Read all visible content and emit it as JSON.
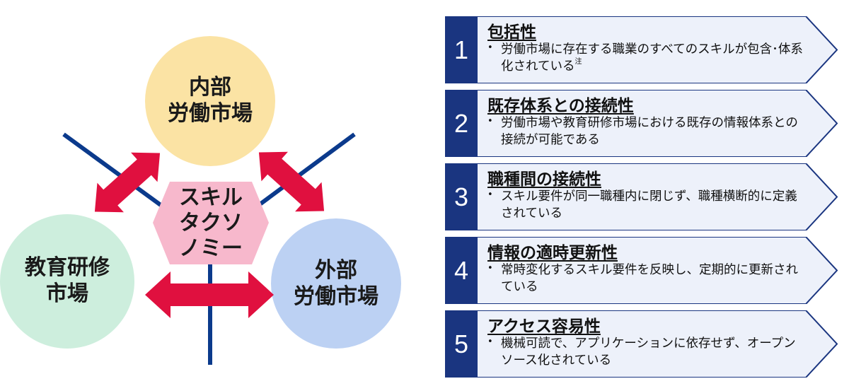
{
  "diagram": {
    "hub_lines": [
      "スキル",
      "タクソ",
      "ノミー"
    ],
    "circles": {
      "internal": {
        "lines": [
          "内部",
          "労働市場"
        ],
        "color": "#fbe3a4"
      },
      "education": {
        "lines": [
          "教育研修",
          "市場"
        ],
        "color": "#cdeedd"
      },
      "external": {
        "lines": [
          "外部",
          "労働市場"
        ],
        "color": "#bcd1f3"
      }
    },
    "hub_color": "#f7b8cc",
    "arrow_color": "#e0103f",
    "axis_line_color": "#0b3a8c"
  },
  "items": [
    {
      "number": "1",
      "title": "包括性",
      "bullet": "•",
      "desc": "労働市場に存在する職業のすべてのスキルが包含･体系化されている",
      "note": "注"
    },
    {
      "number": "2",
      "title": "既存体系との接続性",
      "bullet": "•",
      "desc": "労働市場や教育研修市場における既存の情報体系との接続が可能である",
      "note": ""
    },
    {
      "number": "3",
      "title": "職種間の接続性",
      "bullet": "•",
      "desc": "スキル要件が同一職種内に閉じず、職種横断的に定義されている",
      "note": ""
    },
    {
      "number": "4",
      "title": "情報の適時更新性",
      "bullet": "•",
      "desc": "常時変化するスキル要件を反映し、定期的に更新されている",
      "note": ""
    },
    {
      "number": "5",
      "title": "アクセス容易性",
      "bullet": "•",
      "desc": "機械可読で、アプリケーションに依存せず、オープンソース化されている",
      "note": ""
    }
  ],
  "colors": {
    "panel_dark": "#1a3580",
    "panel_light": "#edf1fa",
    "panel_border": "#1a3580"
  }
}
